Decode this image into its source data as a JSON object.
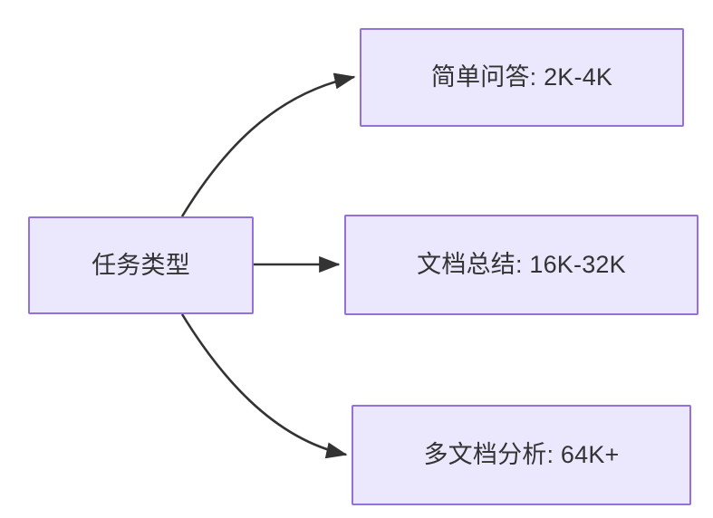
{
  "diagram": {
    "type": "flowchart",
    "direction": "left-to-right",
    "background_color": "#ffffff",
    "node_fill_color": "#ebe7fc",
    "node_border_color": "#9370db",
    "node_text_color": "#333333",
    "edge_color": "#333333",
    "root": {
      "id": "root",
      "label": "任务类型"
    },
    "branches": [
      {
        "id": "simple-qa",
        "label": "简单问答: 2K-4K",
        "task": "简单问答",
        "context_length": "2K-4K",
        "edge_style": "curved-up"
      },
      {
        "id": "doc-summary",
        "label": "文档总结: 16K-32K",
        "task": "文档总结",
        "context_length": "16K-32K",
        "edge_style": "straight"
      },
      {
        "id": "multi-doc",
        "label": "多文档分析: 64K+",
        "task": "多文档分析",
        "context_length": "64K+",
        "edge_style": "curved-down"
      }
    ]
  }
}
